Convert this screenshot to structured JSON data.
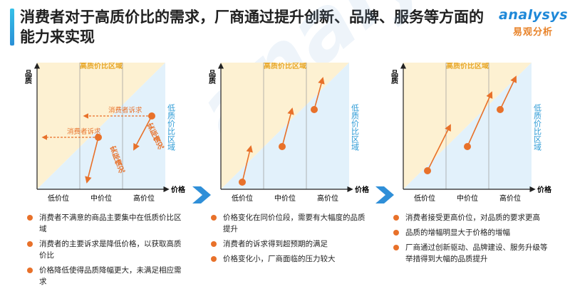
{
  "header": {
    "title": "消费者对于高质价比的需求，厂商通过提升创新、品牌、服务等方面的能力来实现",
    "logo_en": "analysys",
    "logo_zh": "易观分析"
  },
  "axes": {
    "ylabel": "品质",
    "xlabel": "价格",
    "ticks": [
      "低价位",
      "中价位",
      "高价位"
    ],
    "high_zone": "高质价比区域",
    "low_zone": "低质价比区域"
  },
  "panel1": {
    "wish_label_1": "消费者诉求",
    "wish_label_2": "消费者诉求",
    "actual_label_1": "实际情况",
    "actual_label_2": "实际情况"
  },
  "bullets": [
    [
      "消费者不满意的商品主要集中在低质价比区域",
      "消费者的主要诉求是降低价格，以获取高质价比",
      "价格降低使得品质降幅更大，未满足相应需求"
    ],
    [
      "价格变化在同价位段，需要有大幅度的品质提升",
      "消费者的诉求得到超预期的满足",
      "价格变化小，厂商面临的压力较大"
    ],
    [
      "消费者接受更高价位，对品质的要求更高",
      "品质的增幅明显大于价格的增幅",
      "厂商通过创新驱动、品牌建设、服务升级等举措得到大幅的品质提升"
    ]
  ],
  "colors": {
    "accent": "#e8712a",
    "high_zone_fill": "#fdf1d2",
    "low_zone_fill": "#e2f1fb",
    "zone_high_text": "#e8a82a",
    "zone_low_text": "#2a9ad6",
    "chevron": "#2f8fd8"
  }
}
